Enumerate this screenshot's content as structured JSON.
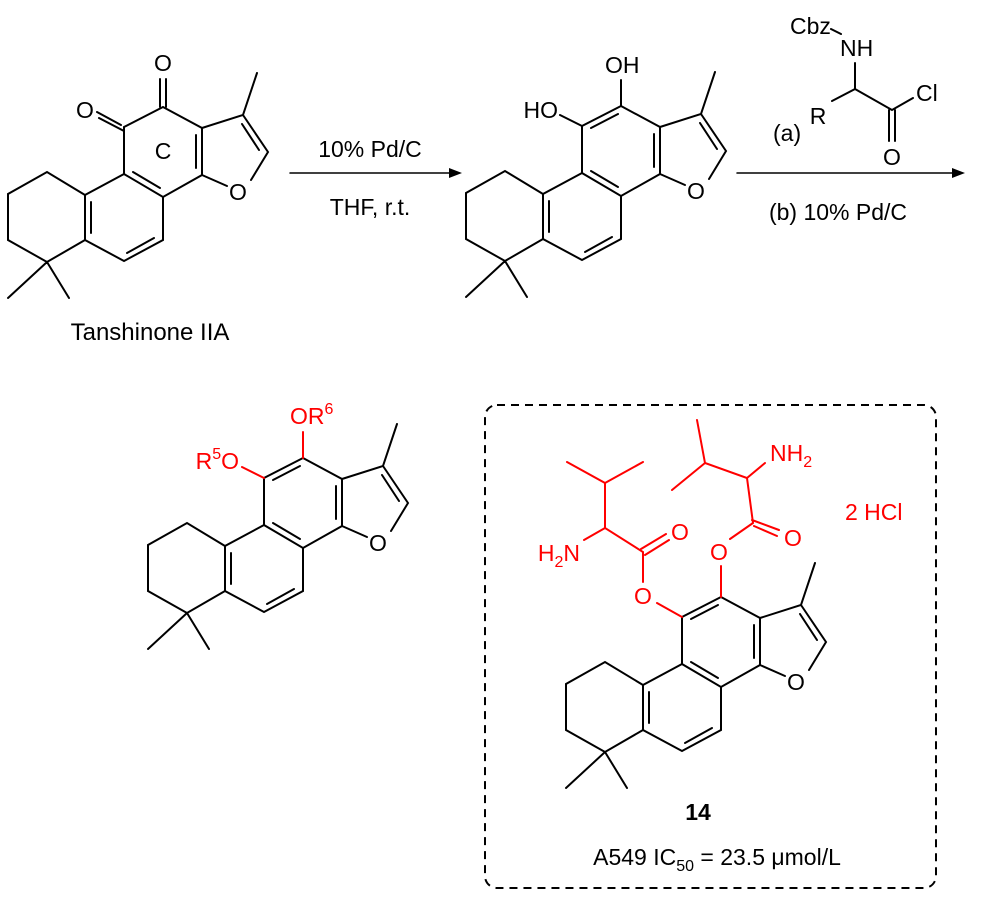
{
  "colors": {
    "highlight": "#ff0000",
    "ink": "#000000"
  },
  "step1": {
    "reagent_top": "10% Pd/C",
    "reagent_bottom": "THF, r.t."
  },
  "step2": {
    "a_label": "(a)",
    "reagent": {
      "protecting_group": "Cbz",
      "amine": "NH",
      "side_chain": "R",
      "halide": "Cl",
      "carbonyl_o": "O"
    },
    "b_label": "(b) 10% Pd/C"
  },
  "starting_material": {
    "name": "Tanshinone IIA",
    "ring_label": "C",
    "ketone_o": "O",
    "furan_o": "O"
  },
  "intermediate": {
    "oh_top": "OH",
    "oh_left": "HO",
    "furan_o": "O"
  },
  "general_product": {
    "r5": "R",
    "r5_sup": "5",
    "r5_o": "O",
    "r6_o": "OR",
    "r6_sup": "6",
    "furan_o": "O"
  },
  "compound14": {
    "number": "14",
    "salt": "2 HCl",
    "amine_left": {
      "h": "H",
      "sub": "2",
      "n": "N"
    },
    "amine_right": {
      "n": "NH",
      "sub": "2"
    },
    "ester_o": "O",
    "carbonyl_o": "O",
    "furan_o": "O",
    "activity": {
      "prefix": "A549 IC",
      "sub": "50",
      "suffix": " = 23.5 μmol/L"
    }
  }
}
